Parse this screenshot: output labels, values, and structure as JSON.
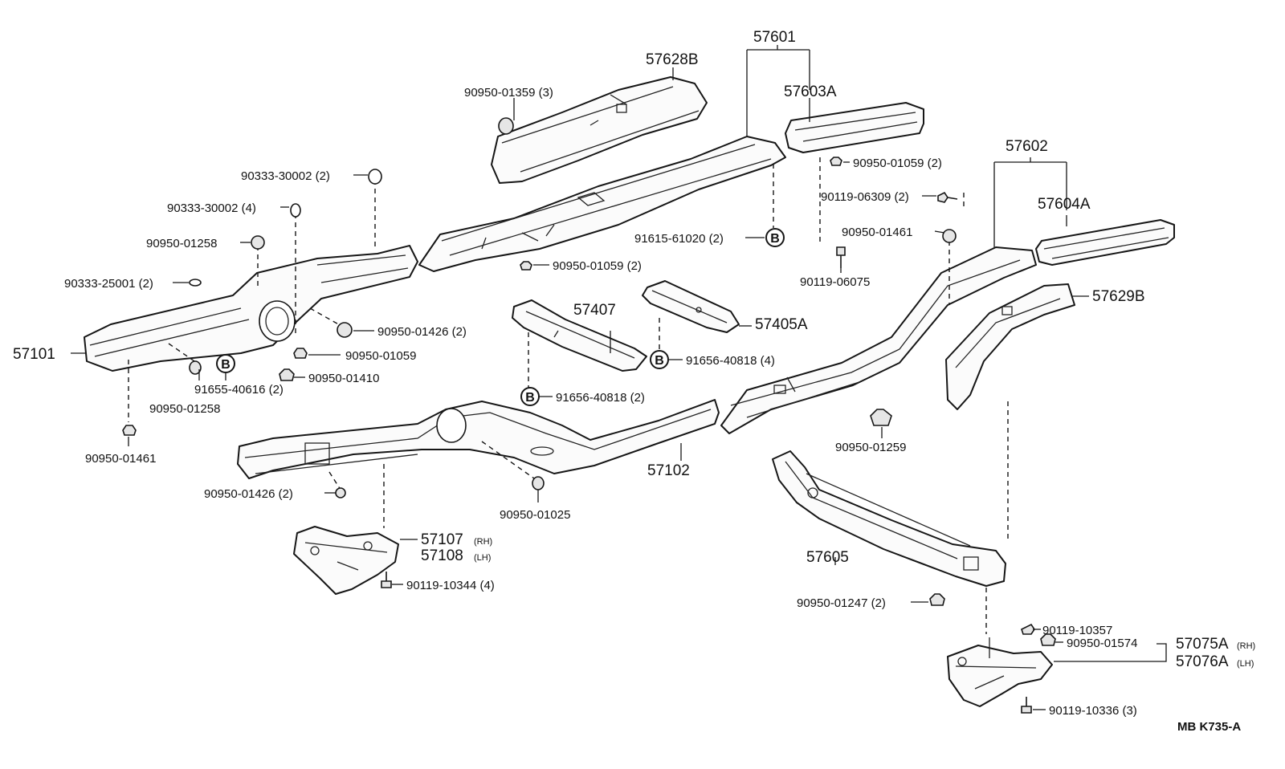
{
  "labels": {
    "p57601": "57601",
    "p57628B": "57628B",
    "p90950_01359": "90950-01359 (3)",
    "p57603A": "57603A",
    "p90950_01059_2a": "90950-01059 (2)",
    "p90119_06309": "90119-06309 (2)",
    "p57602": "57602",
    "p57604A": "57604A",
    "p90950_01461_r": "90950-01461",
    "p91615_61020": "91615-61020 (2)",
    "p90119_06075": "90119-06075",
    "p90950_01059_2b": "90950-01059 (2)",
    "p90333_30002_2": "90333-30002 (2)",
    "p90333_30002_4": "90333-30002 (4)",
    "p90950_01258_a": "90950-01258",
    "p90333_25001": "90333-25001 (2)",
    "p57101": "57101",
    "p90950_01426_2a": "90950-01426 (2)",
    "p90950_01059_c": "90950-01059",
    "p90950_01410": "90950-01410",
    "p91655_40616": "91655-40616 (2)",
    "p90950_01258_b": "90950-01258",
    "p90950_01461_l": "90950-01461",
    "p57407": "57407",
    "p57405A": "57405A",
    "p91656_40818_4": "91656-40818 (4)",
    "p91656_40818_2": "91656-40818 (2)",
    "p57629B": "57629B",
    "p90950_01259": "90950-01259",
    "p57102": "57102",
    "p90950_01426_2b": "90950-01426 (2)",
    "p90950_01025": "90950-01025",
    "p57107": "57107",
    "p57107_side": "(RH)",
    "p57108": "57108",
    "p57108_side": "(LH)",
    "p90119_10344": "90119-10344 (4)",
    "p57605": "57605",
    "p90950_01247": "90950-01247 (2)",
    "p90119_10357": "90119-10357",
    "p90950_01574": "90950-01574",
    "p57075A": "57075A",
    "p57075A_side": "(RH)",
    "p57076A": "57076A",
    "p57076A_side": "(LH)",
    "p90119_10336": "90119-10336 (3)",
    "ref_code": "MB  K735-A"
  },
  "callout_letter": "B"
}
